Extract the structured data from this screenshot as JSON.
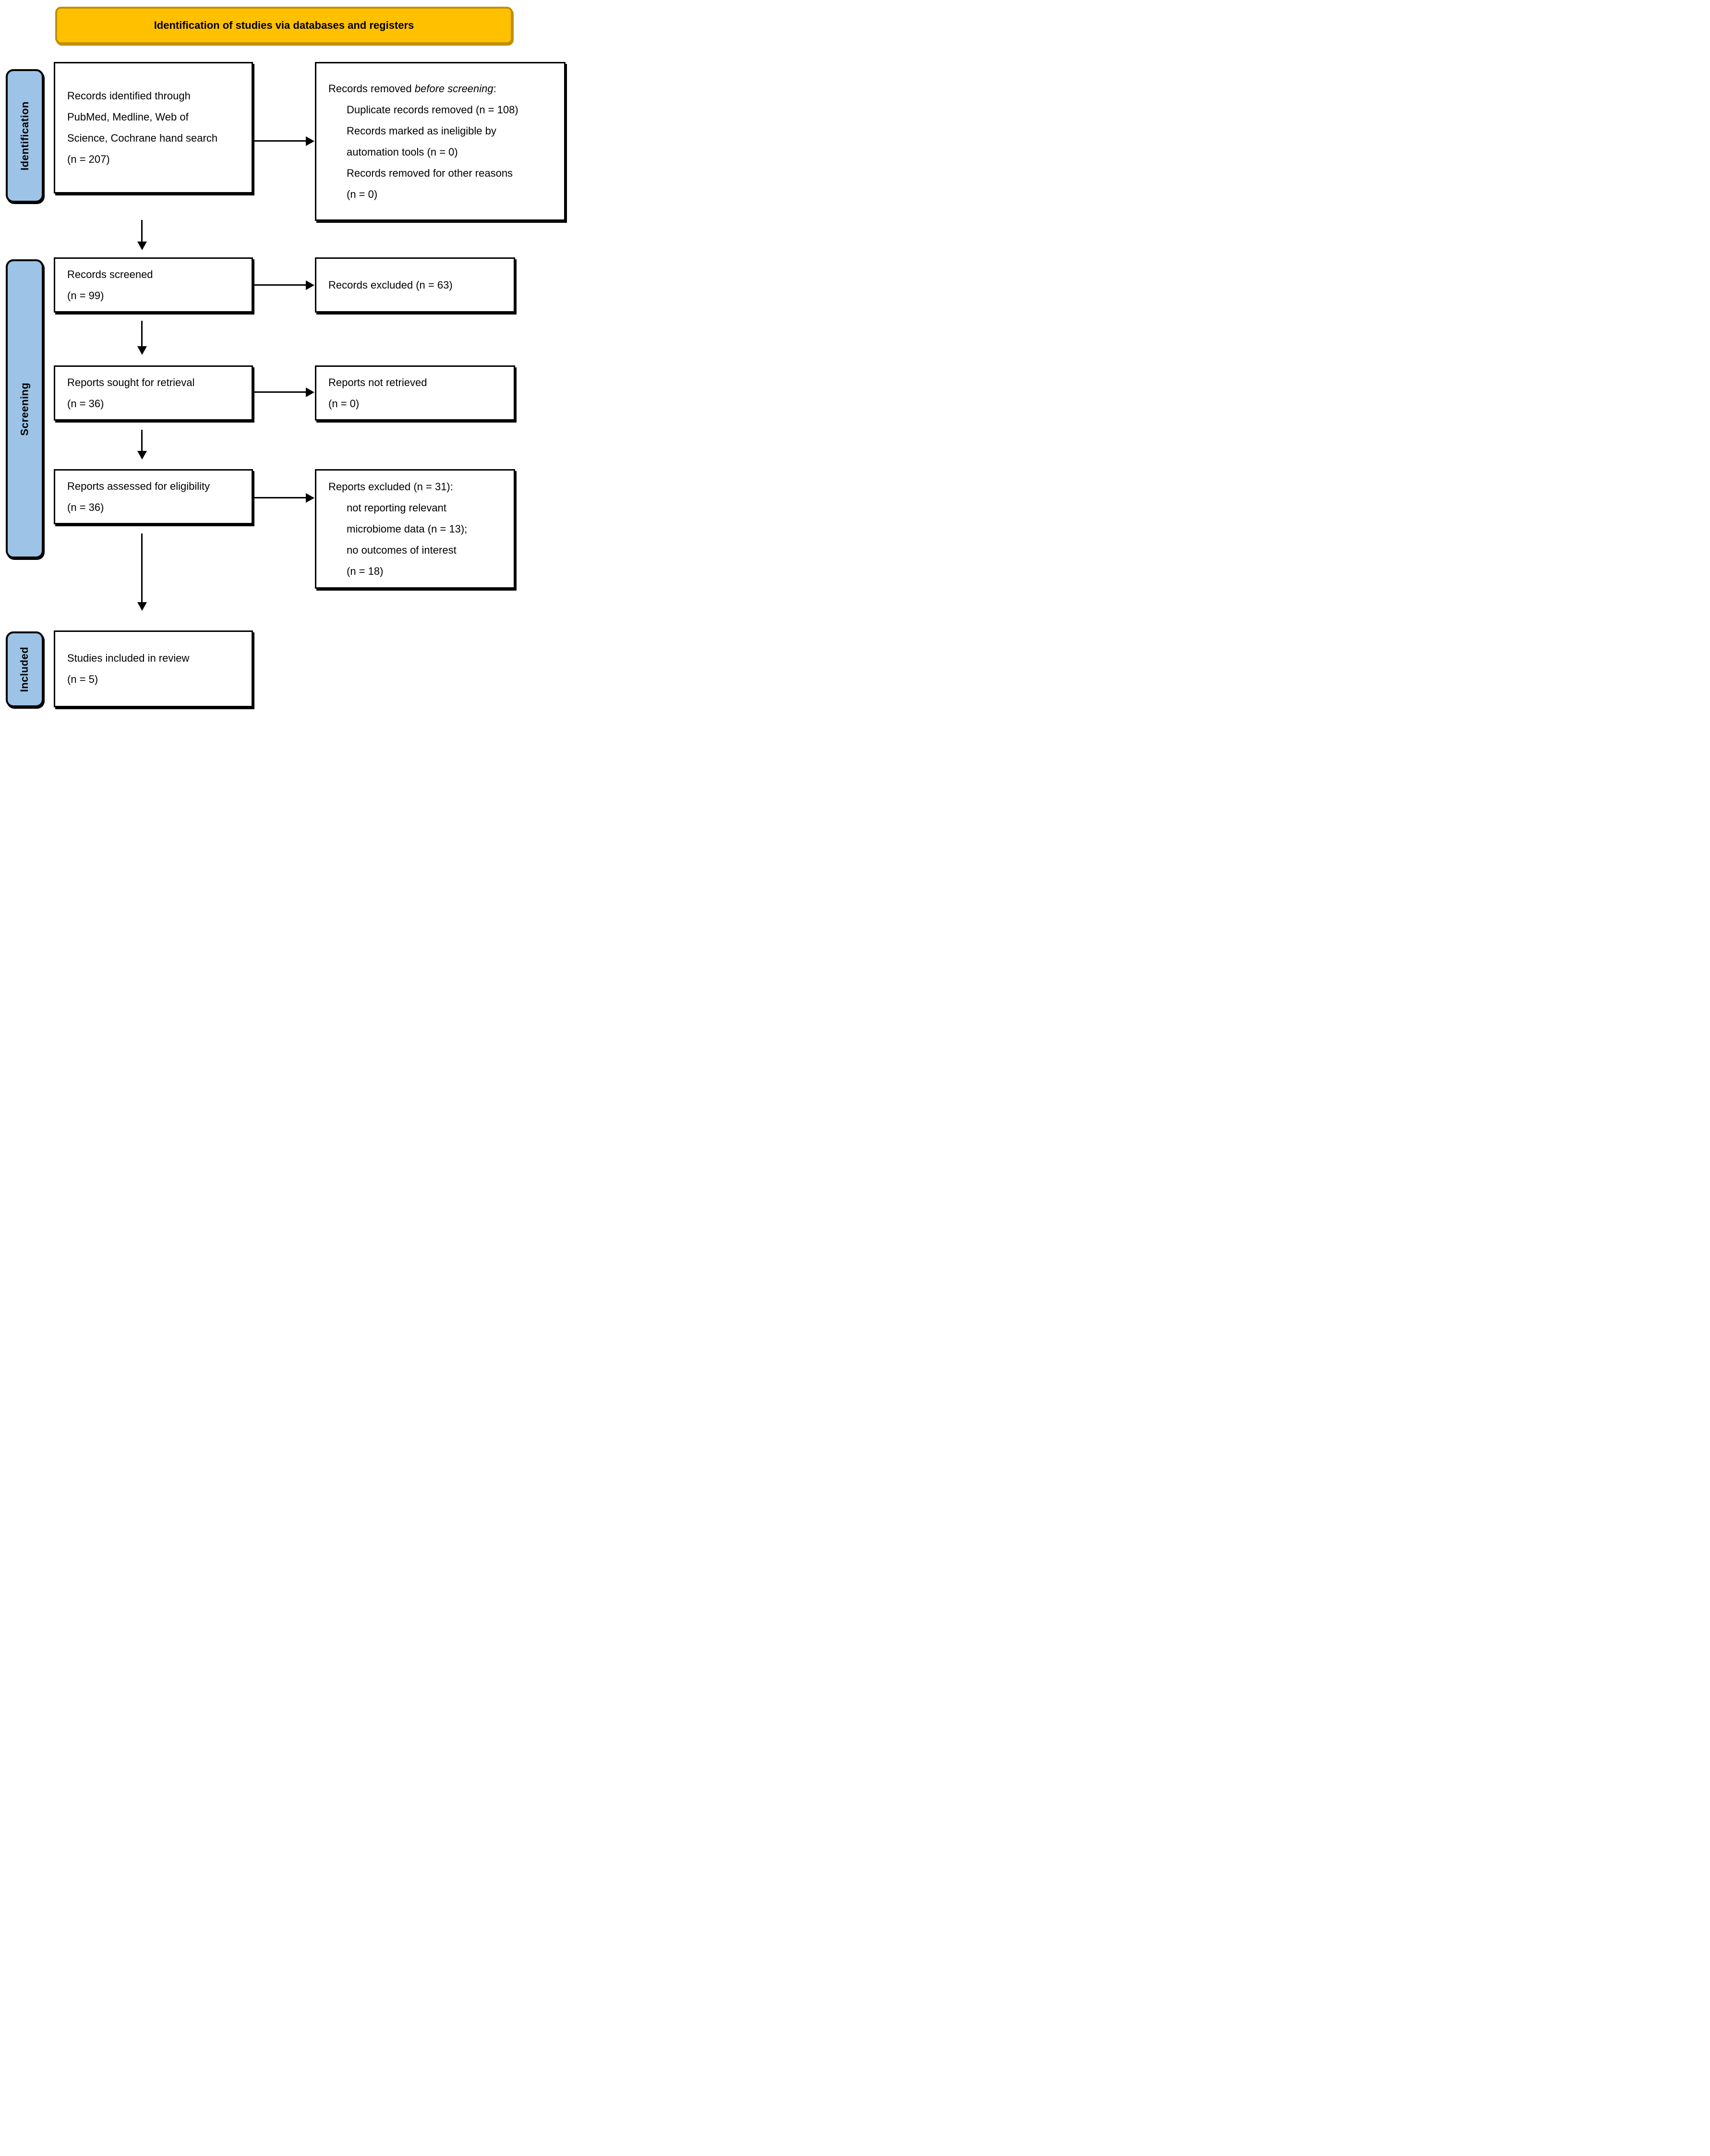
{
  "title_banner": {
    "label": "Identification of studies via databases and registers"
  },
  "colors": {
    "banner_bg": "#FFC000",
    "banner_border": "#BF9000",
    "stage_bg": "#9DC3E6",
    "box_border": "#000000"
  },
  "stages": [
    {
      "label": "Identification"
    },
    {
      "label": "Screening"
    },
    {
      "label": "Included"
    }
  ],
  "boxes": {
    "records_identified": {
      "lines": [
        "Records identified through",
        "PubMed, Medline, Web of",
        "Science, Cochrane hand search",
        "(n = 207)"
      ]
    },
    "records_removed": {
      "header_prefix": "Records removed ",
      "header_italic": "before screening",
      "header_suffix": ":",
      "items": [
        "Duplicate records removed (n = 108)",
        "Records marked as ineligible by",
        "automation tools (n = 0)",
        "Records removed for other reasons",
        "(n = 0)"
      ]
    },
    "records_screened": {
      "lines": [
        "Records screened",
        "(n = 99)"
      ]
    },
    "records_excluded": {
      "lines": [
        "Records excluded (n = 63)"
      ]
    },
    "reports_sought": {
      "lines": [
        "Reports sought for retrieval",
        "(n = 36)"
      ]
    },
    "reports_not_retrieved": {
      "lines": [
        "Reports not retrieved",
        "(n = 0)"
      ]
    },
    "reports_assessed": {
      "lines": [
        "Reports assessed for eligibility",
        "(n = 36)"
      ]
    },
    "reports_excluded": {
      "header": "Reports excluded (n = 31):",
      "items": [
        "not reporting relevant",
        "microbiome data (n = 13);",
        "no outcomes of interest",
        "(n = 18)"
      ]
    },
    "studies_included": {
      "lines": [
        "Studies included in review",
        "(n = 5)"
      ]
    }
  }
}
